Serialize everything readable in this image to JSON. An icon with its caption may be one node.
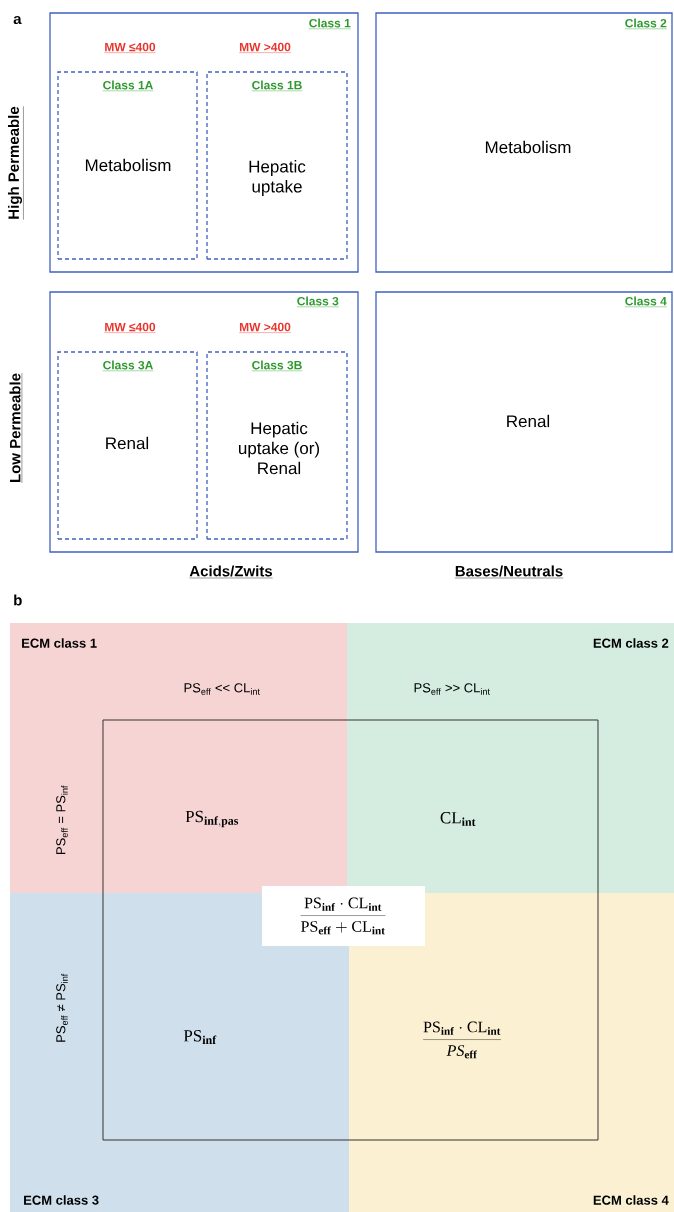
{
  "diagram": {
    "nodes": [
      {
        "text": [
          "Class 1"
        ]
      },
      {
        "text": [
          "Class 1A",
          "Metabolism"
        ],
        "in": 0,
        "beside": [
          "MW ≤400"
        ]
      },
      {
        "text": [
          "Class 1B",
          "Hepatic uptake"
        ],
        "in": 0,
        "beside": [
          "MW >400"
        ]
      },
      {
        "text": [
          "Class 2",
          "Metabolism"
        ]
      },
      {
        "text": [
          "Class 3"
        ]
      },
      {
        "text": [
          "Class 3A",
          "Renal"
        ],
        "in": 4,
        "beside": [
          "MW ≤400"
        ]
      },
      {
        "text": [
          "Class 3B",
          "Hepatic uptake (or) Renal"
        ],
        "in": 4,
        "beside": [
          "MW >400"
        ]
      },
      {
        "text": [
          "Class 4",
          "Renal"
        ]
      },
      {
        "text": [
          "ECM class 1",
          "PS$_{eff}$ << CL$_{int}$",
          "PS$_{eff}$ = PS$_{inf}$",
          "\\mathrm{PS}_{\\mathbf{inf,pas}}"
        ]
      },
      {
        "text": [
          "ECM class 2",
          "PS$_{eff}$ >> CL$_{int}$",
          "\\mathrm{CL}_{\\mathbf{int}}"
        ]
      },
      {
        "text": [
          "ECM class 3",
          "PS$_{eff}$ ≠ PS$_{inf}$",
          "\\mathrm{PS}_{\\mathbf{inf}}"
        ]
      },
      {
        "text": [
          "ECM class 4",
          "\\frac{\\mathrm{PS}_{\\mathbf{inf}}\\cdot\\mathrm{CL}_{\\mathbf{int}}}{\\mathit{PS}_{\\mathbf{eff}}}"
        ]
      },
      {
        "text": [
          "\\frac{\\mathrm{PS}_{\\mathbf{inf}}\\cdot\\mathrm{CL}_{\\mathbf{int}}}{\\mathrm{PS}_{\\mathbf{eff}}+\\mathrm{CL}_{\\mathbf{int}}}"
        ]
      }
    ],
    "labels": [
      "a",
      "High Permeable",
      "Low Permeable",
      "Acids/Zwits",
      "Bases/Neutrals",
      "b"
    ]
  }
}
